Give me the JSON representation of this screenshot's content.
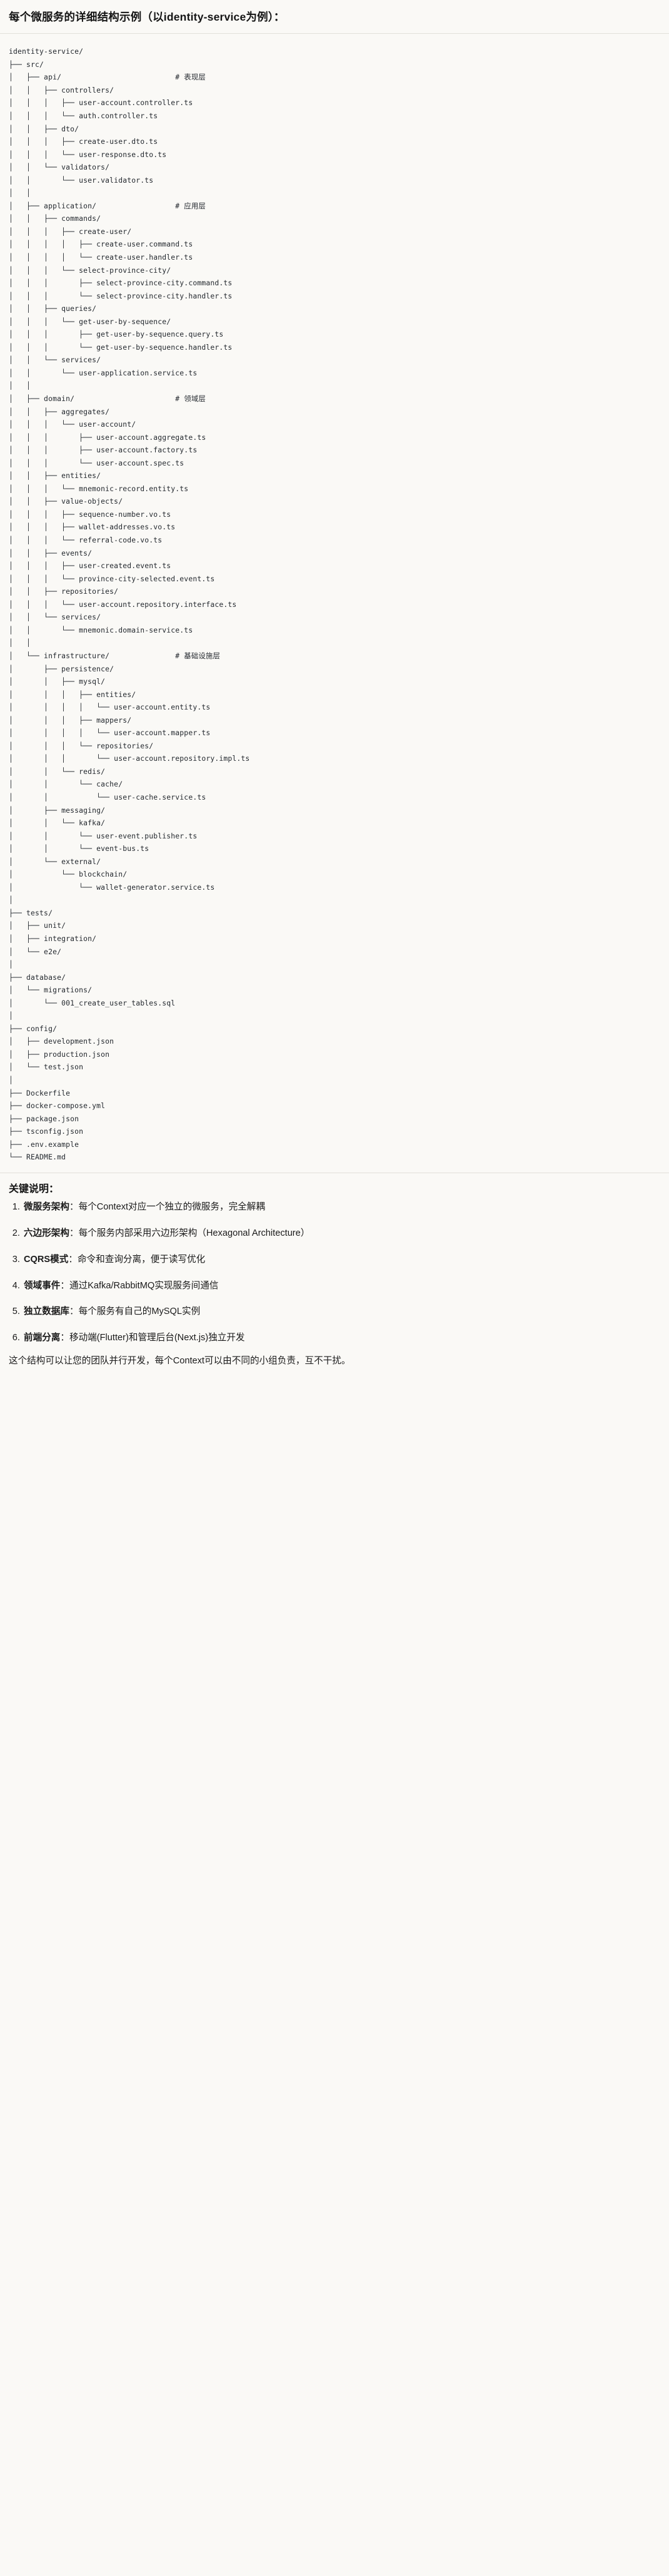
{
  "document": {
    "title": "每个微服务的详细结构示例（以identity-service为例）："
  },
  "tree": {
    "text": "identity-service/\n├── src/\n│   ├── api/                          # 表现层\n│   │   ├── controllers/\n│   │   │   ├── user-account.controller.ts\n│   │   │   └── auth.controller.ts\n│   │   ├── dto/\n│   │   │   ├── create-user.dto.ts\n│   │   │   └── user-response.dto.ts\n│   │   └── validators/\n│   │       └── user.validator.ts\n│   │\n│   ├── application/                  # 应用层\n│   │   ├── commands/\n│   │   │   ├── create-user/\n│   │   │   │   ├── create-user.command.ts\n│   │   │   │   └── create-user.handler.ts\n│   │   │   └── select-province-city/\n│   │   │       ├── select-province-city.command.ts\n│   │   │       └── select-province-city.handler.ts\n│   │   ├── queries/\n│   │   │   └── get-user-by-sequence/\n│   │   │       ├── get-user-by-sequence.query.ts\n│   │   │       └── get-user-by-sequence.handler.ts\n│   │   └── services/\n│   │       └── user-application.service.ts\n│   │\n│   ├── domain/                       # 领域层\n│   │   ├── aggregates/\n│   │   │   └── user-account/\n│   │   │       ├── user-account.aggregate.ts\n│   │   │       ├── user-account.factory.ts\n│   │   │       └── user-account.spec.ts\n│   │   ├── entities/\n│   │   │   └── mnemonic-record.entity.ts\n│   │   ├── value-objects/\n│   │   │   ├── sequence-number.vo.ts\n│   │   │   ├── wallet-addresses.vo.ts\n│   │   │   └── referral-code.vo.ts\n│   │   ├── events/\n│   │   │   ├── user-created.event.ts\n│   │   │   └── province-city-selected.event.ts\n│   │   ├── repositories/\n│   │   │   └── user-account.repository.interface.ts\n│   │   └── services/\n│   │       └── mnemonic.domain-service.ts\n│   │\n│   └── infrastructure/               # 基础设施层\n│       ├── persistence/\n│       │   ├── mysql/\n│       │   │   ├── entities/\n│       │   │   │   └── user-account.entity.ts\n│       │   │   ├── mappers/\n│       │   │   │   └── user-account.mapper.ts\n│       │   │   └── repositories/\n│       │   │       └── user-account.repository.impl.ts\n│       │   └── redis/\n│       │       └── cache/\n│       │           └── user-cache.service.ts\n│       ├── messaging/\n│       │   └── kafka/\n│       │       └── user-event.publisher.ts\n│       │       └── event-bus.ts\n│       └── external/\n│           └── blockchain/\n│               └── wallet-generator.service.ts\n│\n├── tests/\n│   ├── unit/\n│   ├── integration/\n│   └── e2e/\n│\n├── database/\n│   └── migrations/\n│       └── 001_create_user_tables.sql\n│\n├── config/\n│   ├── development.json\n│   ├── production.json\n│   └── test.json\n│\n├── Dockerfile\n├── docker-compose.yml\n├── package.json\n├── tsconfig.json\n├── .env.example\n└── README.md"
  },
  "keys": {
    "heading": "关键说明：",
    "items": [
      {
        "term": "微服务架构",
        "desc": "：每个Context对应一个独立的微服务，完全解耦"
      },
      {
        "term": "六边形架构",
        "desc": "：每个服务内部采用六边形架构（Hexagonal Architecture）"
      },
      {
        "term": "CQRS模式",
        "desc": "：命令和查询分离，便于读写优化"
      },
      {
        "term": "领域事件",
        "desc": "：通过Kafka/RabbitMQ实现服务间通信"
      },
      {
        "term": "独立数据库",
        "desc": "：每个服务有自己的MySQL实例"
      },
      {
        "term": "前端分离",
        "desc": "：移动端(Flutter)和管理后台(Next.js)独立开发"
      }
    ],
    "closing": "这个结构可以让您的团队并行开发，每个Context可以由不同的小组负责，互不干扰。"
  }
}
